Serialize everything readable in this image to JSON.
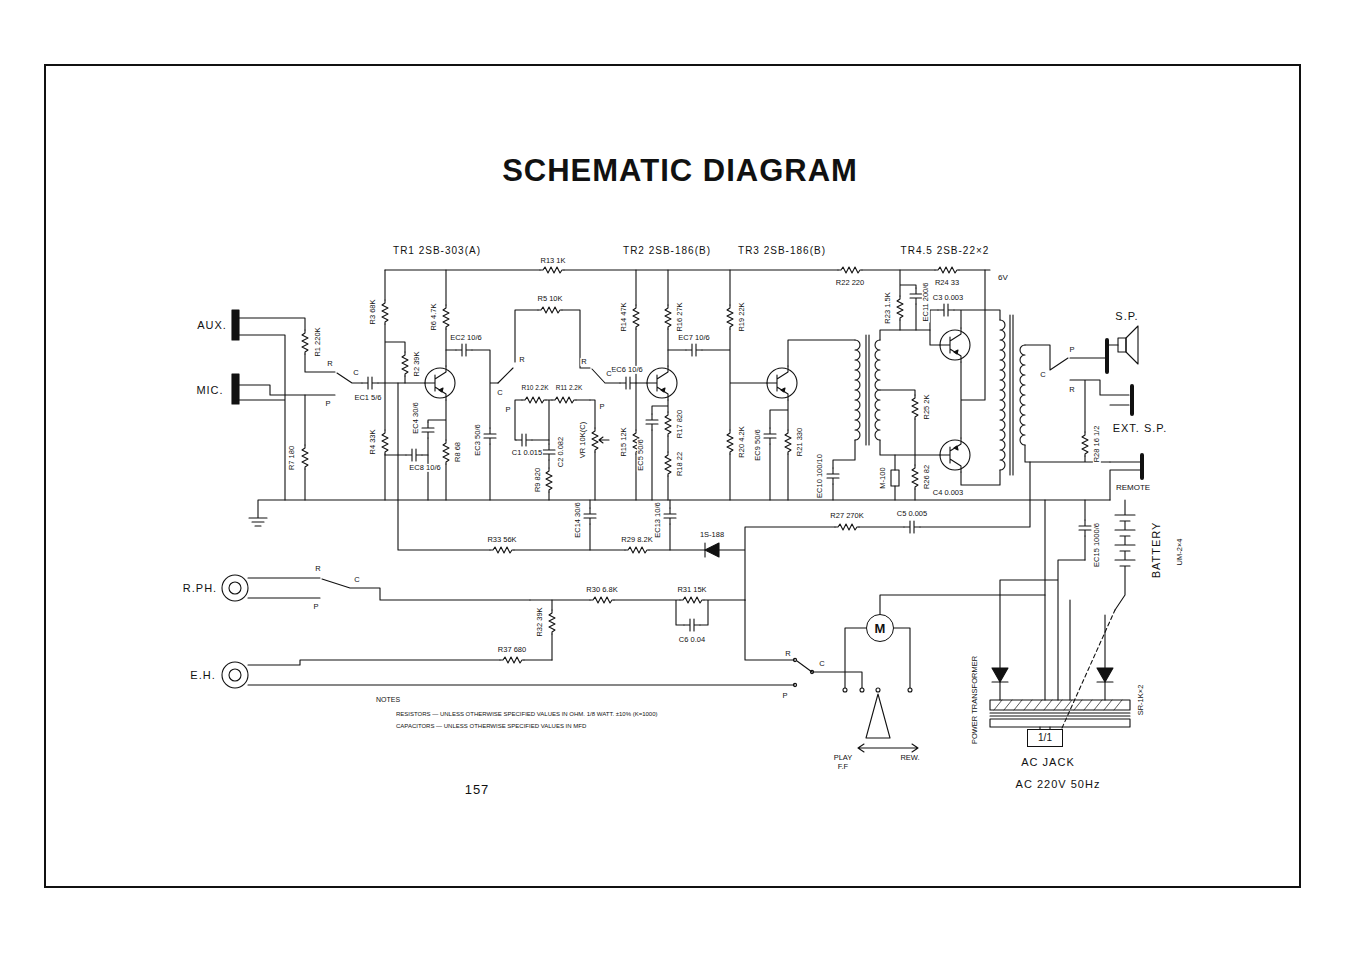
{
  "diagram": {
    "title": "SCHEMATIC DIAGRAM",
    "nodes": [
      {
        "text": [
          "M"
        ]
      },
      {
        "text": [
          "1/1"
        ]
      }
    ],
    "labels": [
      "TR1 2SB-303(A)",
      "R13 1K",
      "TR2 2SB-186(B)",
      "TR3 2SB-186(B)",
      "TR4.5 2SB-22×2",
      "R22 220",
      "R24 33",
      "6V",
      "R5 10K",
      "AUX.",
      "MIC.",
      "R1 220K",
      "R3 68K",
      "R2 39K",
      "R6 4.7K",
      "EC2 10/6",
      "R14 47K",
      "R16 27K",
      "EC7 10/6",
      "R19 22K",
      "R23 1.5K",
      "EC11 200/6",
      "C3 0.003",
      "S.P.",
      "EC1 5/6",
      "R10 2.2K",
      "R11 2.2K",
      "EC6 10/6",
      "C1 0.015",
      "C2 0.082",
      "R9 820",
      "VR 10K(C)",
      "R15 12K",
      "EC5 50/6",
      "R17 820",
      "R18 22",
      "R20 4.2K",
      "EC9 50/6",
      "R21 330",
      "EC10 100/10",
      "M-100",
      "R26 82",
      "R25 2K",
      "C4 0.003",
      "R28 16 1/2",
      "EXT. S.P.",
      "REMOTE",
      "R4 33K",
      "EC4 30/6",
      "R8 68",
      "EC3 50/6",
      "EC8 10/6",
      "R7 180",
      "EC14 30/6",
      "EC13 10/6",
      "R33 56K",
      "R29 8.2K",
      "1S-188",
      "R27 270K",
      "C5 0.005",
      "EC15 1000/6",
      "BATTERY",
      "UM-2×4",
      "R.PH.",
      "R30 6.8K",
      "R31 15K",
      "C6 0.04",
      "R32 39K",
      "R37 680",
      "E.H.",
      "PLAY",
      "F.F",
      "REW.",
      "POWER TRANSFORMER",
      "SR-1K×2",
      "AC JACK",
      "AC 220V 50Hz",
      "NOTES",
      "RESISTORS — UNLESS OTHERWISE SPECIFIED VALUES IN OHM. 1/8 WATT. ±10% (K=1000)",
      "CAPACITORS — UNLESS OTHERWISE SPECIFIED VALUES IN MFD",
      "157",
      "R",
      "C",
      "P",
      "R",
      "C",
      "P",
      "C",
      "R",
      "P",
      "C",
      "P",
      "R",
      "R",
      "C",
      "P",
      "R",
      "C",
      "P"
    ]
  }
}
